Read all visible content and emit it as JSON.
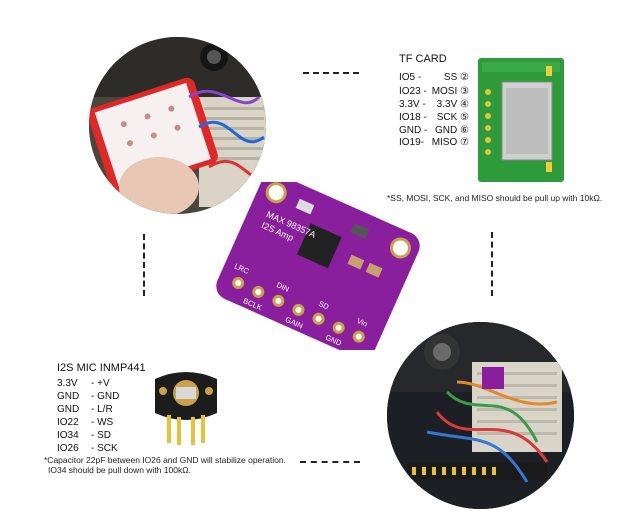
{
  "tf_card": {
    "title": "TF CARD",
    "rows": [
      {
        "left": "IO5 -",
        "right": "SS ②"
      },
      {
        "left": "IO23 -",
        "right": "MOSI ③"
      },
      {
        "left": "3.3V -",
        "right": "3.3V ④"
      },
      {
        "left": "IO18 -",
        "right": "SCK ⑤"
      },
      {
        "left": "GND -",
        "right": "GND ⑥"
      },
      {
        "left": "IO19-",
        "right": "MISO ⑦"
      }
    ],
    "note": "*SS, MOSI, SCK, and MISO should be pull up with 10kΩ."
  },
  "mic": {
    "title": "I2S MIC INMP441",
    "rows": [
      {
        "left": "3.3V",
        "right": "- +V"
      },
      {
        "left": "GND",
        "right": "- GND"
      },
      {
        "left": "GND",
        "right": "- L/R"
      },
      {
        "left": "IO22",
        "right": "- WS"
      },
      {
        "left": "IO34",
        "right": "- SD"
      },
      {
        "left": "IO26",
        "right": "- SCK"
      }
    ],
    "note_1": "*Capacitor 22pF between IO26 and GND will stabilize operation.",
    "note_2": "IO34 should be pull down with 100kΩ."
  },
  "amp_board": {
    "chip_label": "MAX 98357A",
    "label": "I2S Amp",
    "pins": [
      "LRC",
      "BCLK",
      "DIN",
      "GAIN",
      "SD",
      "GND",
      "Vin"
    ]
  },
  "colors": {
    "board": "#8a1f9e",
    "green_pcb": "#2e9b3a"
  }
}
